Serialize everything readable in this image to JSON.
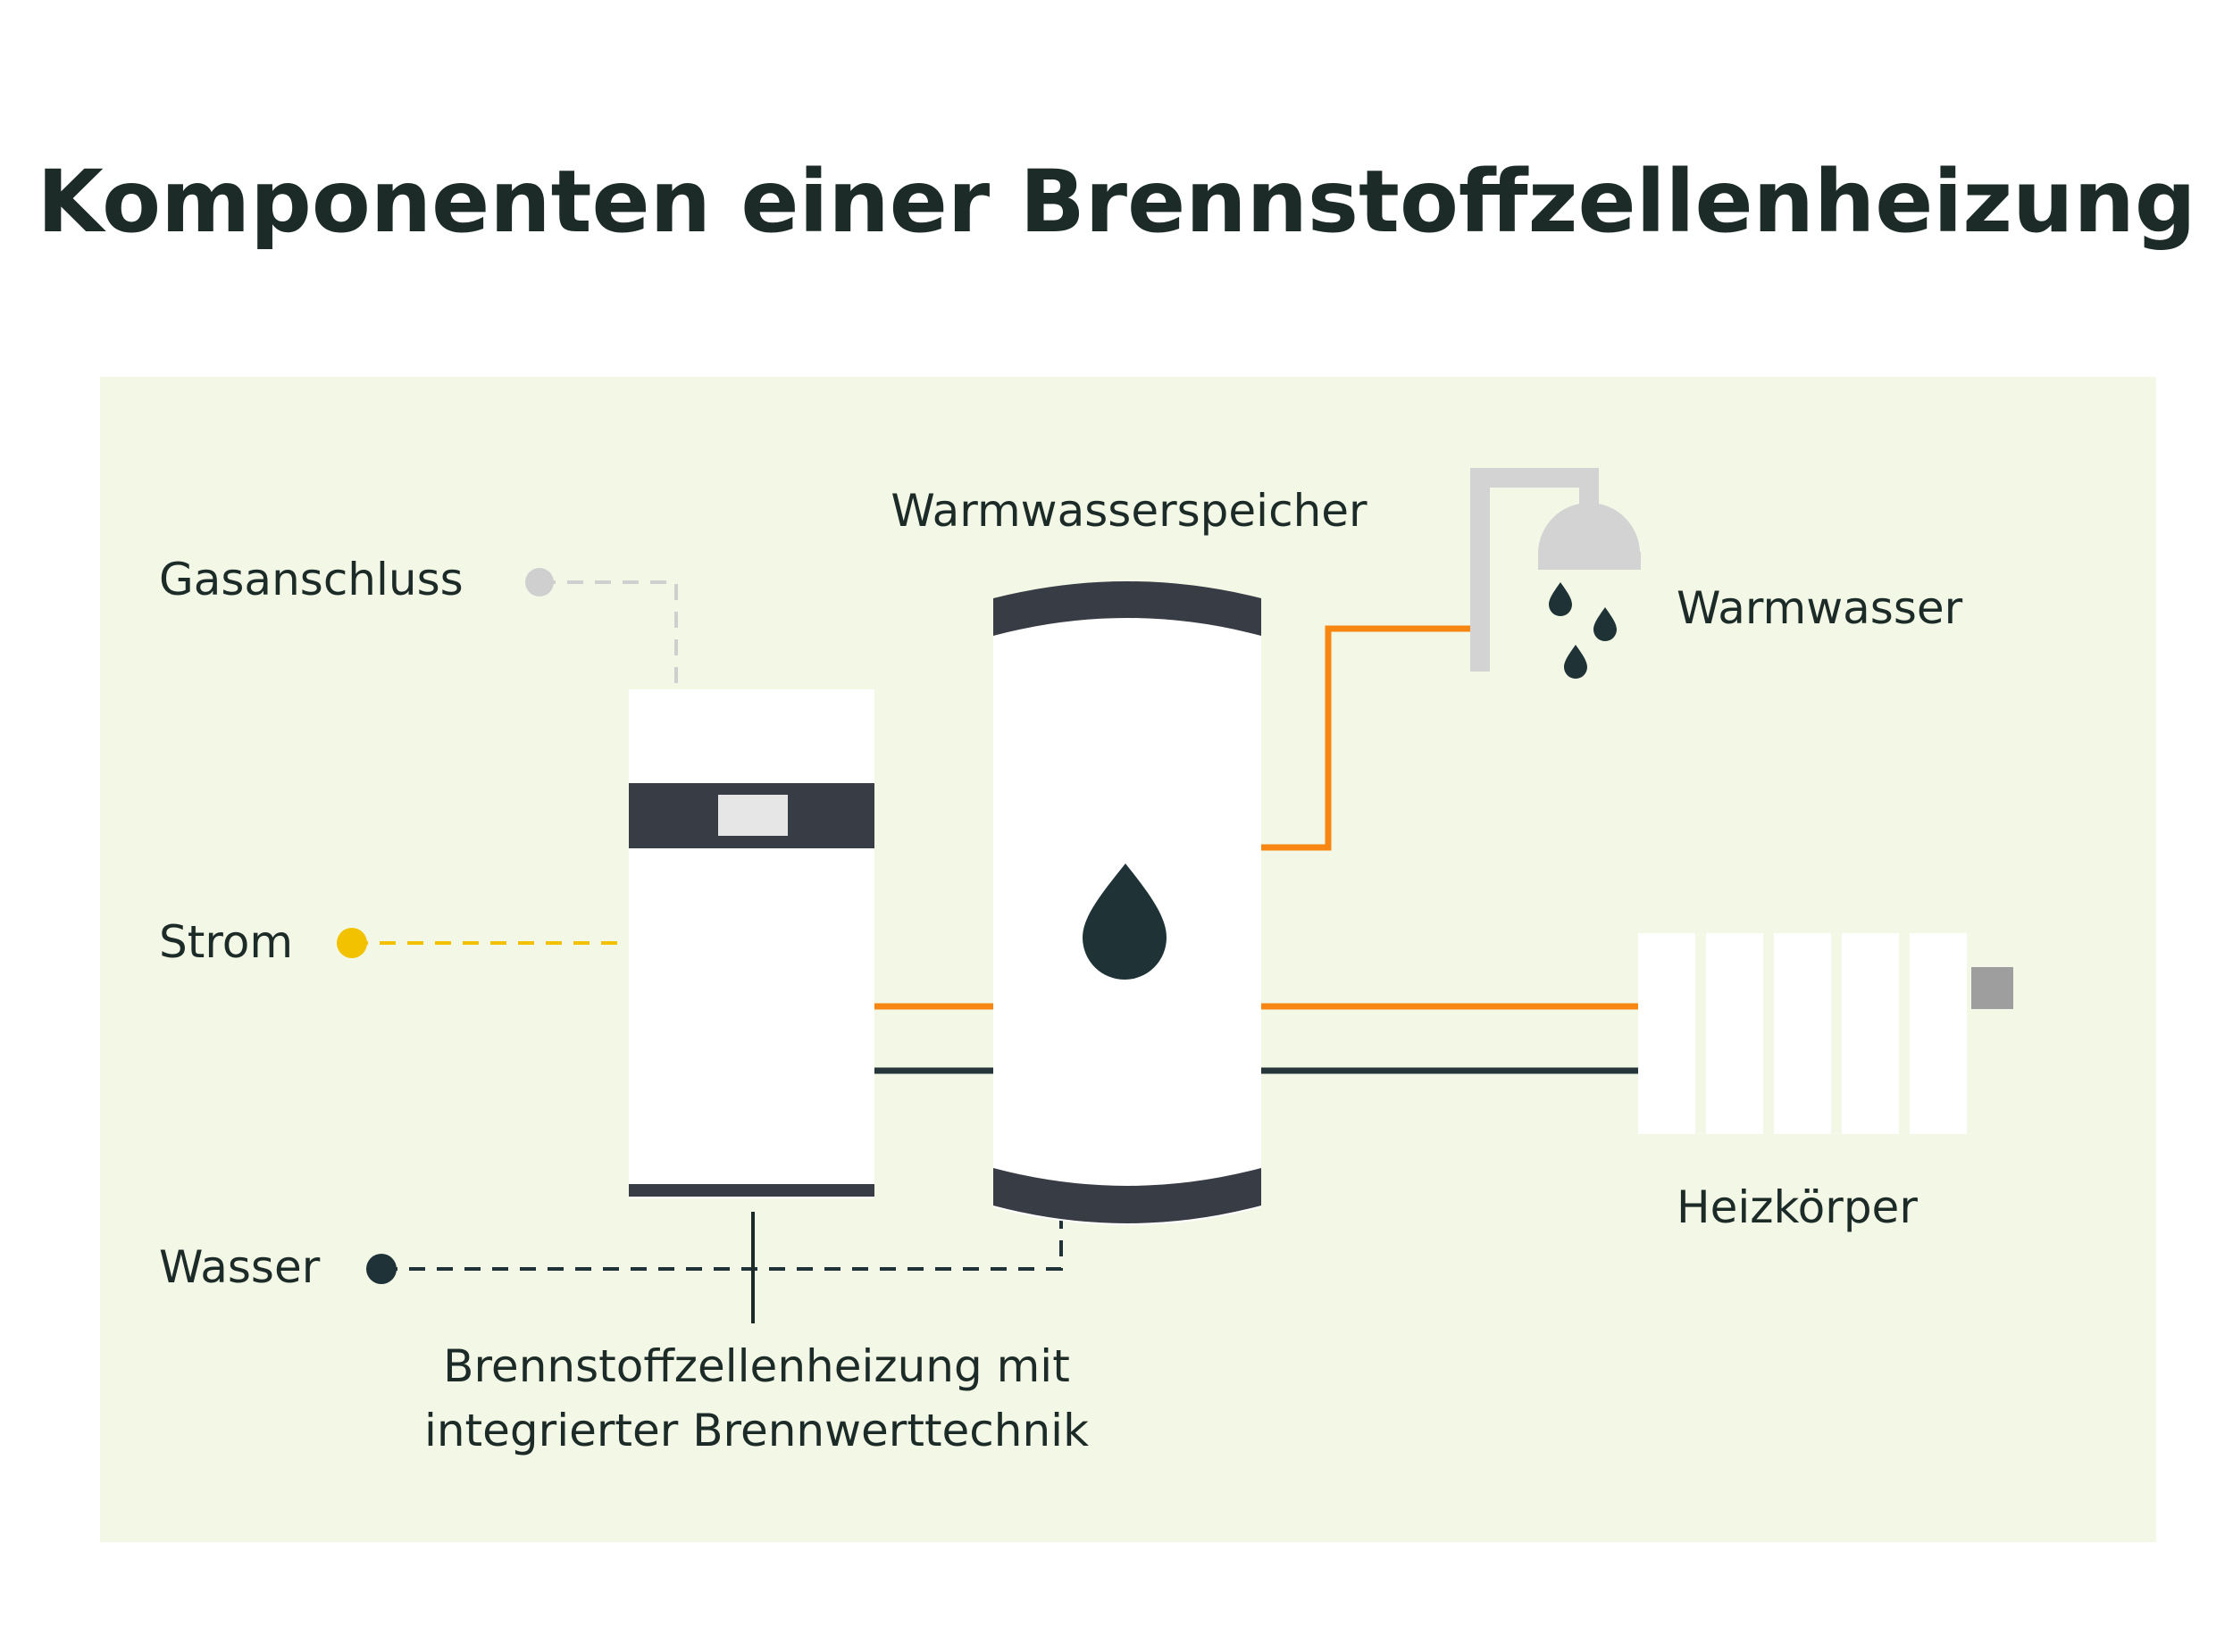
{
  "title": "Komponenten einer Brennstoffzellenheizung",
  "labels": {
    "gasanschluss": "Gasanschluss",
    "strom": "Strom",
    "wasser": "Wasser",
    "warmwasserspeicher": "Warmwasserspeicher",
    "warmwasser": "Warmwasser",
    "heizkoerper": "Heizkörper",
    "brennstoffzelle_line1": "Brennstoffzellenheizung mit",
    "brennstoffzelle_line2": "integrierter Brennwerttechnik"
  },
  "icons": {
    "shower": "shower-icon",
    "water_drop": "water-drop-icon",
    "radiator": "radiator-icon"
  },
  "colors": {
    "panel_bg": "#f3f8e6",
    "title": "#1c2b27",
    "dark": "#383c44",
    "hot_pipe": "#f78612",
    "cold_pipe": "#26363a",
    "gas_line": "#cfcfcf",
    "strom_line": "#f2c200",
    "wasser_line": "#1f3238",
    "shower_gray": "#d3d3d3",
    "valve_gray": "#9e9e9e",
    "drop": "#1f3336"
  }
}
